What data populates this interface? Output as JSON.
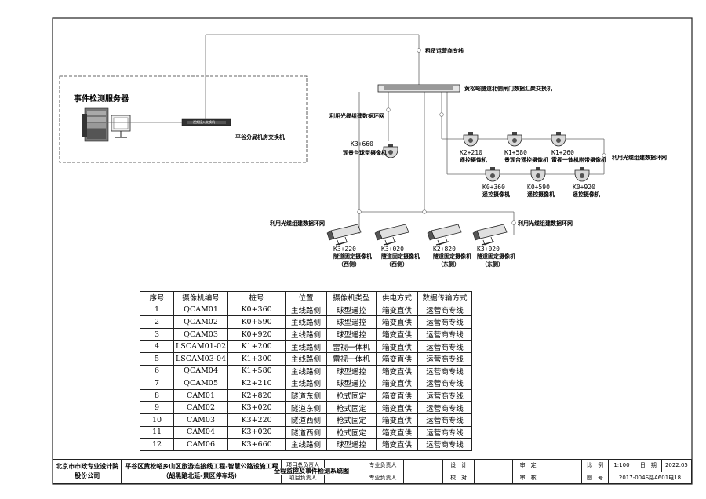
{
  "diagram": {
    "server_box_title": "事件检测服务器",
    "access_switch_inner": "视频接入交换机",
    "access_switch_label": "平谷分局机房交换机",
    "operator_line": "租赁运营商专线",
    "core_switch_label": "黄松峪隧道北侧闸门数据汇聚交换机",
    "ring_left": "利用光缆组建数据环网",
    "ring_right": "利用光缆组建数据环网",
    "ring_bottom_left": "利用光缆组建数据环网",
    "ring_bottom_right": "利用光缆组建数据环网",
    "cam_k3660_pos": "K3+660",
    "cam_k3660_type": "观景台球型摄像机",
    "dome_top": [
      {
        "pos": "K2+210",
        "type": "遥控摄像机"
      },
      {
        "pos": "K1+580",
        "type": "景观台遥控摄像机"
      },
      {
        "pos": "K1+260",
        "type": "雷视一体机附带摄像机"
      }
    ],
    "dome_bottom": [
      {
        "pos": "K0+360",
        "type": "遥控摄像机"
      },
      {
        "pos": "K0+590",
        "type": "遥控摄像机"
      },
      {
        "pos": "K0+920",
        "type": "遥控摄像机"
      }
    ],
    "bullets": [
      {
        "pos": "K3+220",
        "type": "隧道固定摄像机",
        "side": "（西侧）"
      },
      {
        "pos": "K3+020",
        "type": "隧道固定摄像机",
        "side": "（西侧）"
      },
      {
        "pos": "K2+820",
        "type": "隧道固定摄像机",
        "side": "（东侧）"
      },
      {
        "pos": "K3+020",
        "type": "隧道固定摄像机",
        "side": "（东侧）"
      }
    ]
  },
  "table": {
    "headers": [
      "序号",
      "摄像机编号",
      "桩号",
      "位置",
      "摄像机类型",
      "供电方式",
      "数据传输方式"
    ],
    "rows": [
      [
        "1",
        "QCAM01",
        "K0+360",
        "主线路侧",
        "球型遥控",
        "箱变直供",
        "运营商专线"
      ],
      [
        "2",
        "QCAM02",
        "K0+590",
        "主线路侧",
        "球型遥控",
        "箱变直供",
        "运营商专线"
      ],
      [
        "3",
        "QCAM03",
        "K0+920",
        "主线路侧",
        "球型遥控",
        "箱变直供",
        "运营商专线"
      ],
      [
        "4",
        "LSCAM01-02",
        "K1+200",
        "主线路侧",
        "雷视一体机",
        "箱变直供",
        "运营商专线"
      ],
      [
        "5",
        "LSCAM03-04",
        "K1+300",
        "主线路侧",
        "雷视一体机",
        "箱变直供",
        "运营商专线"
      ],
      [
        "6",
        "QCAM04",
        "K1+580",
        "主线路侧",
        "球型遥控",
        "箱变直供",
        "运营商专线"
      ],
      [
        "7",
        "QCAM05",
        "K2+210",
        "主线路侧",
        "球型遥控",
        "箱变直供",
        "运营商专线"
      ],
      [
        "8",
        "CAM01",
        "K2+820",
        "隧道东侧",
        "枪式固定",
        "箱变直供",
        "运营商专线"
      ],
      [
        "9",
        "CAM02",
        "K3+020",
        "隧道东侧",
        "枪式固定",
        "箱变直供",
        "运营商专线"
      ],
      [
        "10",
        "CAM03",
        "K3+220",
        "隧道西侧",
        "枪式固定",
        "箱变直供",
        "运营商专线"
      ],
      [
        "11",
        "CAM04",
        "K3+020",
        "隧道西侧",
        "枪式固定",
        "箱变直供",
        "运营商专线"
      ],
      [
        "12",
        "CAM06",
        "K3+660",
        "主线路侧",
        "球型遥控",
        "箱变直供",
        "运营商专线"
      ]
    ]
  },
  "title_block": {
    "company_line1": "北京市市政专业设计院",
    "company_line2": "股份公司",
    "project_line1": "平谷区黄松峪乡山区旅游连接线工程-智慧公路设施工程",
    "project_line2": "（胡黑路北延-景区停车场）",
    "project_lead": "项目总负责人",
    "project_owner": "项目负责人",
    "drawing_title": "全程监控及事件检测系统图",
    "spec_lead1": "专业负责人",
    "spec_lead2": "专业负责人",
    "design": "设　计",
    "check": "校　对",
    "approve": "审　定",
    "review": "审　核",
    "scale_label": "比　例",
    "scale_value": "1:100",
    "date_label": "日　期",
    "date_value": "2022.05",
    "drawing_no_label": "图　号",
    "drawing_no_value": "2017-004S路A601电18"
  }
}
